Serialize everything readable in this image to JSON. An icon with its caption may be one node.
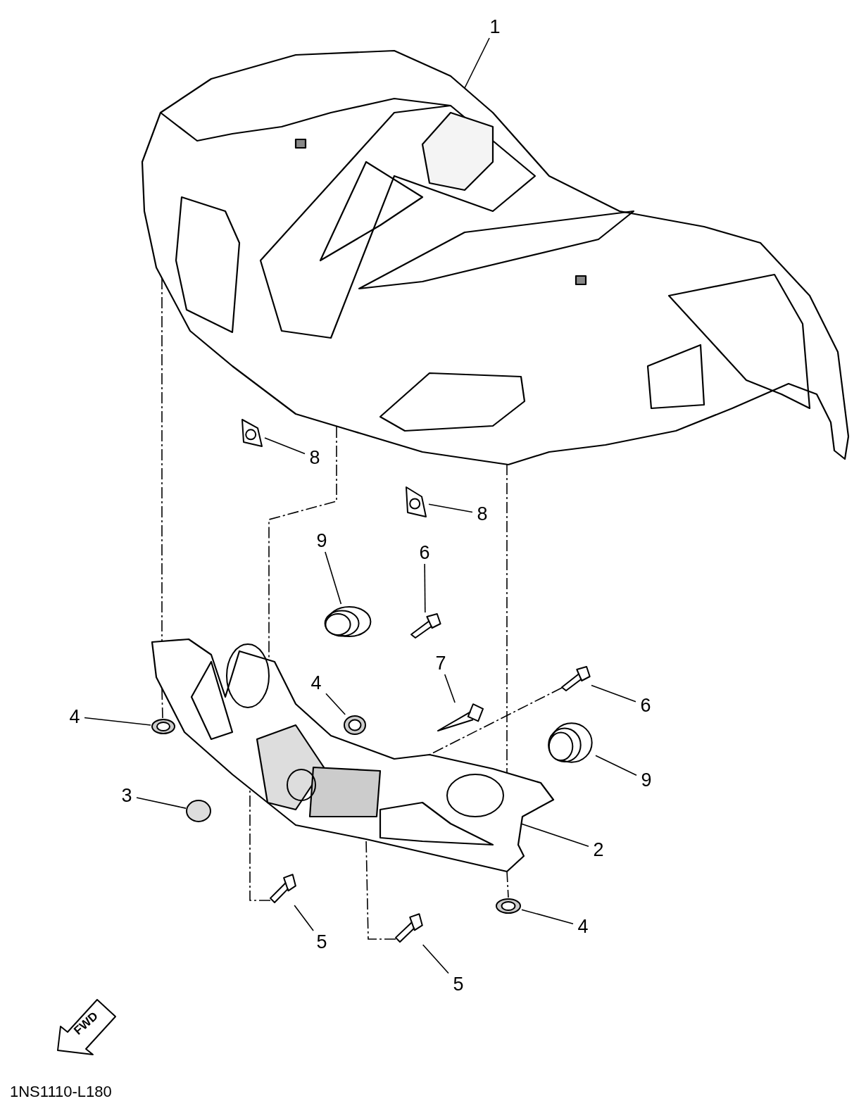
{
  "diagram": {
    "nodes": [
      {
        "text": [
          "1"
        ]
      },
      {
        "text": [],
        "shape": "picture"
      },
      {
        "text": [
          "8"
        ]
      },
      {
        "text": [],
        "shape": "picture"
      },
      {
        "text": [
          "8"
        ]
      },
      {
        "text": [],
        "shape": "picture"
      },
      {
        "text": [
          "9"
        ]
      },
      {
        "text": [],
        "shape": "picture"
      },
      {
        "text": [
          "6"
        ]
      },
      {
        "text": [],
        "shape": "picture"
      },
      {
        "text": [
          "7"
        ]
      },
      {
        "text": [],
        "shape": "picture",
        "in": 23
      },
      {
        "text": [
          "4"
        ]
      },
      {
        "text": [],
        "shape": "picture",
        "in": 23
      },
      {
        "text": [
          "6"
        ]
      },
      {
        "text": [],
        "shape": "picture"
      },
      {
        "text": [
          "4"
        ]
      },
      {
        "text": [],
        "shape": "picture",
        "in": 23
      },
      {
        "text": [
          "9"
        ]
      },
      {
        "text": [],
        "shape": "picture"
      },
      {
        "text": [
          "3"
        ]
      },
      {
        "text": [],
        "shape": "circle",
        "in": 23
      },
      {
        "text": [
          "2"
        ]
      },
      {
        "text": [],
        "shape": "picture"
      },
      {
        "text": [],
        "shape": "picture"
      },
      {
        "text": [
          "5"
        ]
      },
      {
        "text": [],
        "shape": "picture"
      },
      {
        "text": [
          "4"
        ]
      },
      {
        "text": [],
        "shape": "picture"
      },
      {
        "text": [
          "5"
        ]
      }
    ],
    "edges": [
      {
        "from": 0,
        "to": 1,
        "arrow": "none"
      },
      {
        "from": 2,
        "to": 3,
        "arrow": "none"
      },
      {
        "from": 4,
        "to": 5,
        "arrow": "none"
      },
      {
        "from": 6,
        "to": 7,
        "arrow": "none"
      },
      {
        "from": 8,
        "to": 9,
        "arrow": "none"
      },
      {
        "from": 10,
        "to": 11,
        "arrow": "none"
      },
      {
        "from": 12,
        "to": 13,
        "arrow": "none"
      },
      {
        "from": 14,
        "to": 15,
        "arrow": "none"
      },
      {
        "from": 16,
        "to": 17,
        "arrow": "none"
      },
      {
        "from": 18,
        "to": 19,
        "arrow": "none"
      },
      {
        "from": 20,
        "to": 21,
        "arrow": "none"
      },
      {
        "from": 22,
        "to": 23,
        "arrow": "none"
      },
      {
        "from": 25,
        "to": 24,
        "arrow": "none"
      },
      {
        "from": 27,
        "to": 26,
        "arrow": "none"
      },
      {
        "from": 29,
        "to": 28,
        "arrow": "none"
      },
      {
        "from": 1,
        "to": 23,
        "arrow": "none",
        "style": "dashed"
      },
      {
        "from": 23,
        "to": 17,
        "arrow": "none",
        "style": "dashed"
      },
      {
        "from": 1,
        "to": 23,
        "arrow": "none",
        "style": "dashed"
      },
      {
        "from": 23,
        "to": 26,
        "arrow": "none",
        "style": "dashed"
      },
      {
        "from": 1,
        "to": 23,
        "arrow": "none",
        "style": "dashed"
      },
      {
        "from": 24,
        "to": 23,
        "arrow": "none",
        "style": "dashed"
      },
      {
        "from": 28,
        "to": 23,
        "arrow": "none",
        "style": "dashed"
      },
      {
        "from": 15,
        "to": 23,
        "arrow": "none",
        "style": "dashed"
      }
    ],
    "labels": [
      "FWD",
      "1NS1110-L180"
    ]
  }
}
